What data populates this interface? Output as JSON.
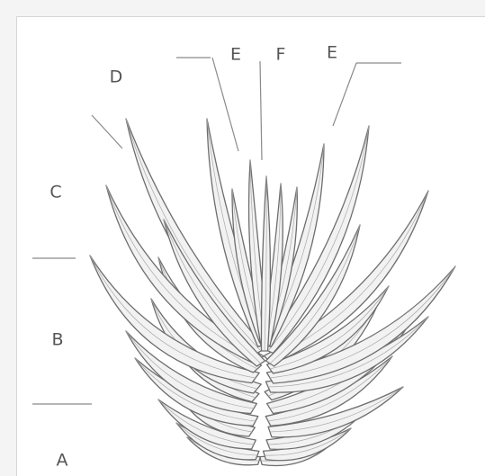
{
  "labels": {
    "A": "A",
    "B": "B",
    "C": "C",
    "D": "D",
    "E_left": "E",
    "F": "F",
    "E_right": "E"
  },
  "colors": {
    "background": "#f4f4f4",
    "panel": "#ffffff",
    "leaf_fill": "#f2f2f2",
    "ink": "#6e6e6e",
    "label": "#555555"
  }
}
